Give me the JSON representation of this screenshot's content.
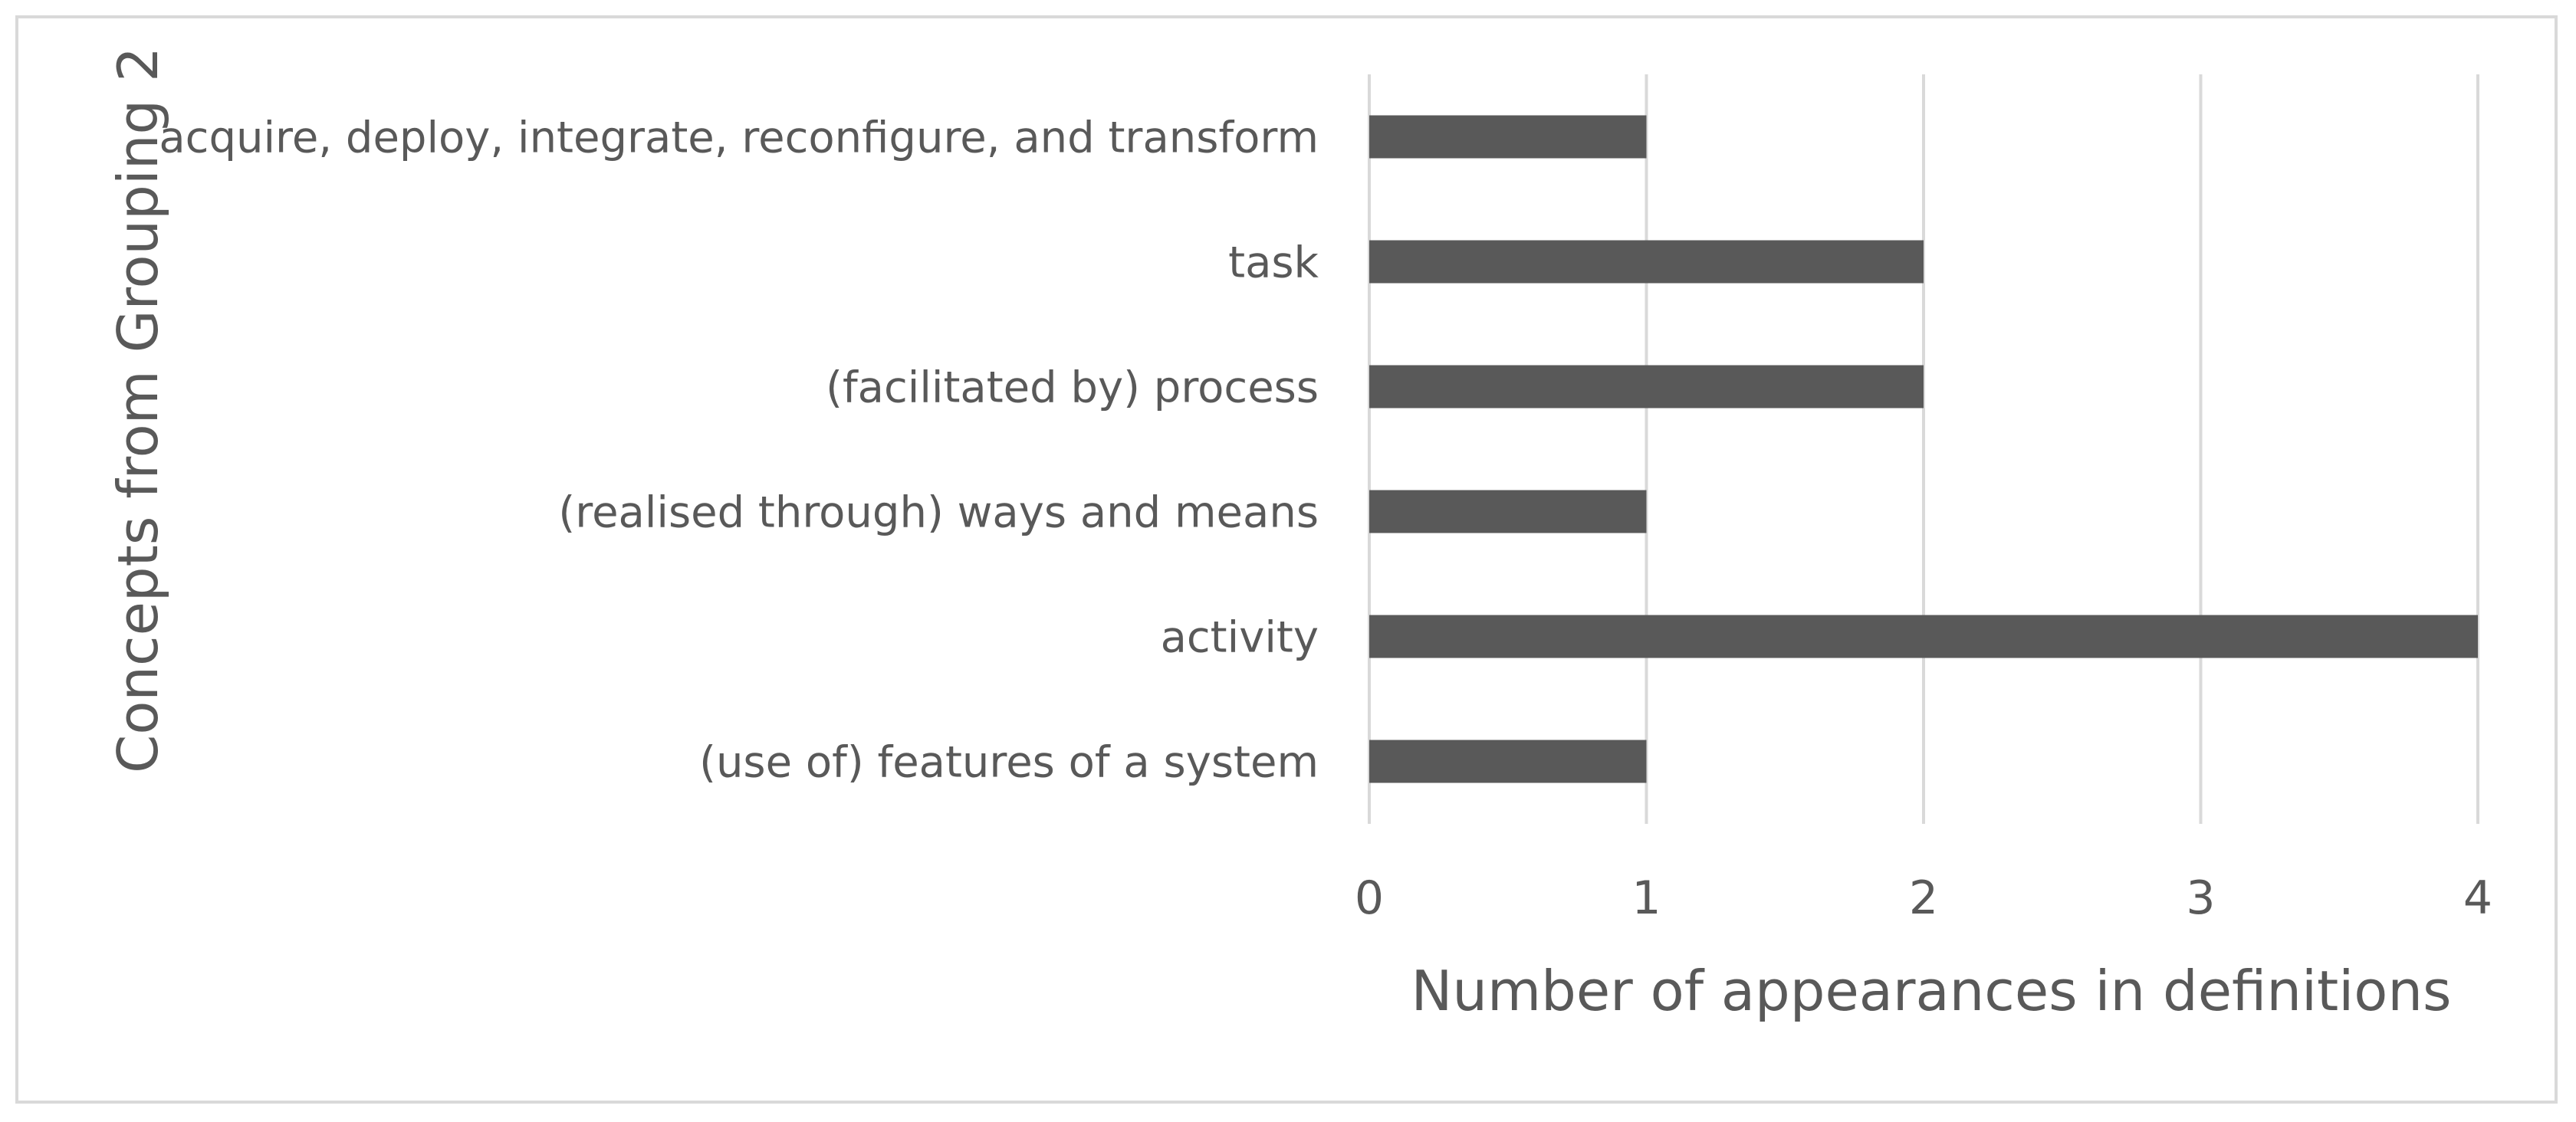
{
  "chart_data": {
    "type": "bar",
    "orientation": "horizontal",
    "categories": [
      "acquire, deploy, integrate, reconfigure, and transform",
      "task",
      "(facilitated by) process",
      "(realised through) ways and means",
      "activity",
      "(use of) features of a system"
    ],
    "values": [
      1,
      2,
      2,
      1,
      4,
      1
    ],
    "title": "",
    "xlabel": "Number of appearances in definitions",
    "ylabel": "Concepts from Grouping 2",
    "xlim": [
      0,
      4
    ],
    "xticks": [
      "0",
      "1",
      "2",
      "3",
      "4"
    ],
    "grid": "vertical",
    "legend": "none",
    "bar_color": "#595959",
    "grid_color": "#d9d9d9",
    "text_color": "#595959"
  }
}
